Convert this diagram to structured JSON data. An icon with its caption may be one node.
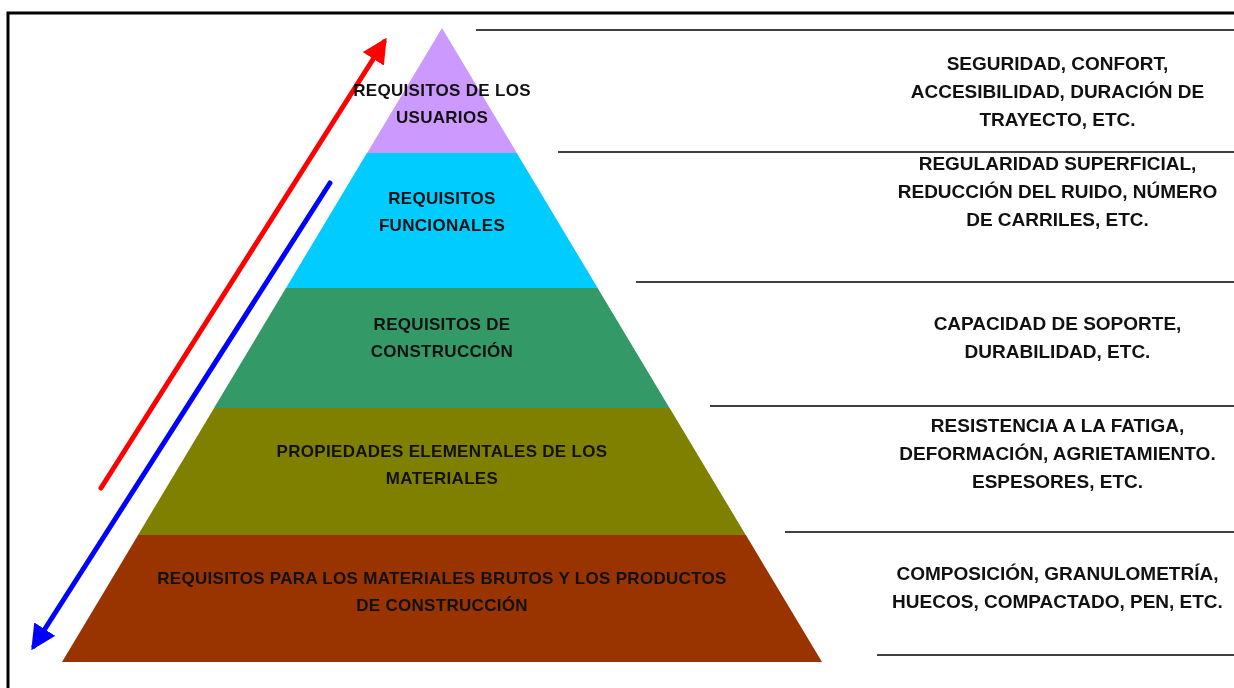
{
  "diagram": {
    "nodes": [
      {
        "text": [
          "REQUISITOS DE LOS USUARIOS"
        ]
      },
      {
        "text": [
          "REQUISITOS FUNCIONALES"
        ]
      },
      {
        "text": [
          "REQUISITOS DE CONSTRUCCIÓN"
        ]
      },
      {
        "text": [
          "PROPIEDADES ELEMENTALES DE LOS MATERIALES"
        ]
      },
      {
        "text": [
          "REQUISITOS PARA LOS MATERIALES BRUTOS Y LOS PRODUCTOS DE CONSTRUCCIÓN"
        ]
      }
    ],
    "edges": [],
    "labels": [
      "SEGURIDAD, CONFORT, ACCESIBILIDAD, DURACIÓN DE TRAYECTO, ETC.",
      "REGULARIDAD SUPERFICIAL, REDUCCIÓN DEL RUIDO, NÚMERO DE CARRILES, ETC.",
      "CAPACIDAD DE SOPORTE, DURABILIDAD, ETC.",
      "RESISTENCIA A LA FATIGA, DEFORMACIÓN, AGRIETAMIENTO. ESPESORES, ETC.",
      "COMPOSICIÓN, GRANULOMETRÍA, HUECOS, COMPACTADO, PEN, ETC."
    ]
  }
}
